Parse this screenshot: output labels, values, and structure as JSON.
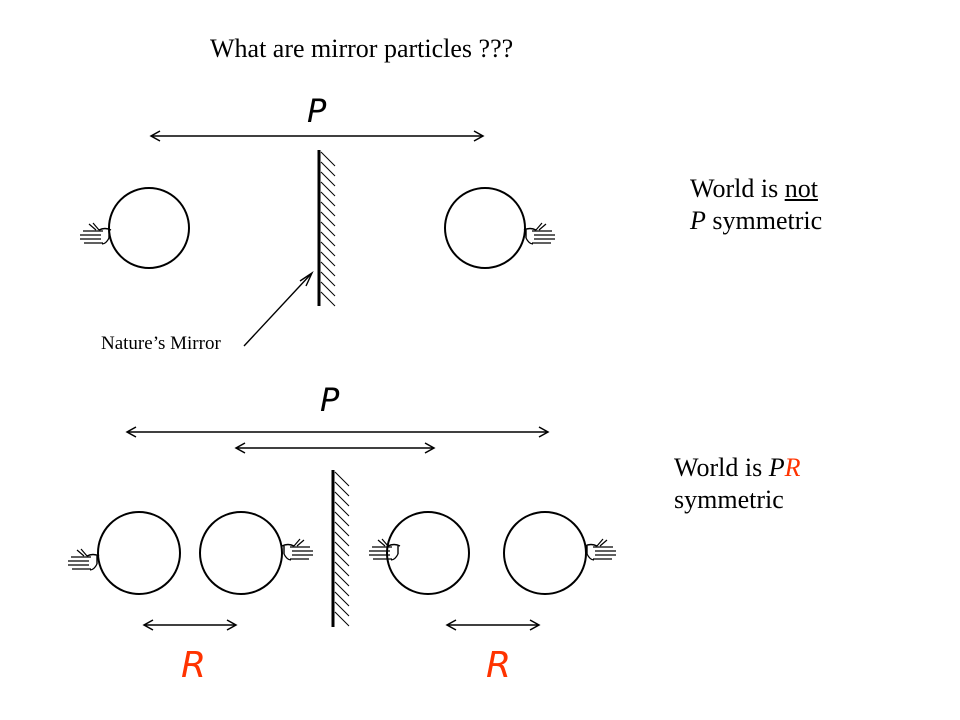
{
  "slide": {
    "title": "What are mirror particles ???"
  },
  "top_panel": {
    "p_label": "P",
    "mirror_label": "Nature’s Mirror",
    "caption_line1_prefix": "World is ",
    "caption_line1_underlined": "not",
    "caption_line2_italic": "P",
    "caption_line2_rest": " symmetric"
  },
  "bottom_panel": {
    "p_label": "P",
    "r_label_left": "R",
    "r_label_right": "R",
    "caption_line1_prefix": "World is ",
    "caption_line1_p": "P",
    "caption_line1_r": "R",
    "caption_line2": "symmetric"
  },
  "colors": {
    "ink": "#000000",
    "accent_red": "#ff3300"
  }
}
